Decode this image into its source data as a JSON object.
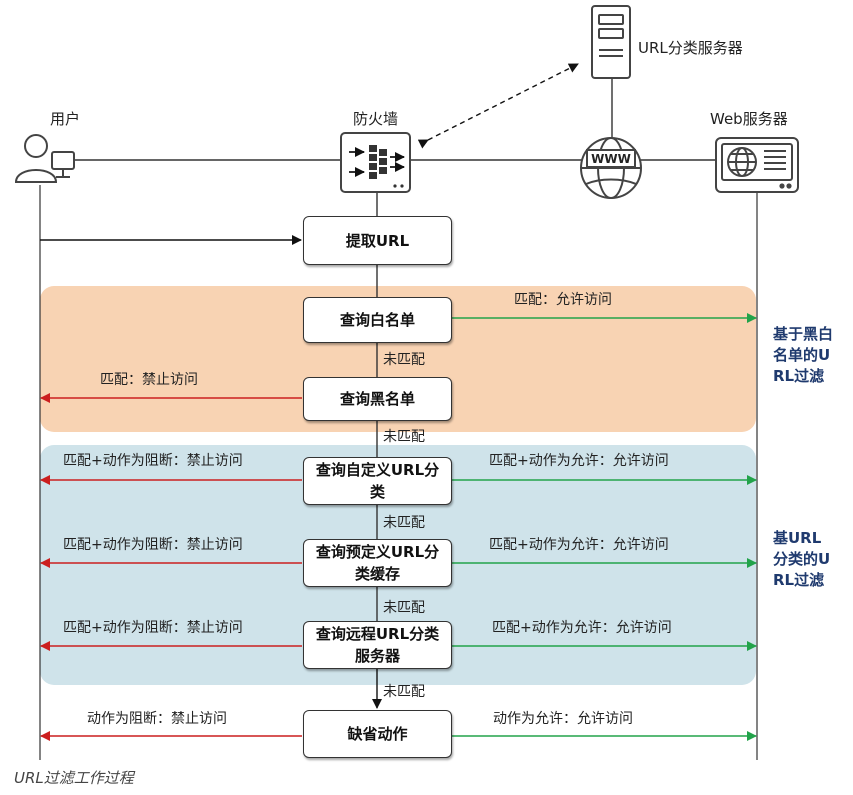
{
  "nodes": {
    "user": "用户",
    "firewall": "防火墙",
    "url_category_server": "URL分类服务器",
    "web_server": "Web服务器",
    "www": "WWW"
  },
  "steps": {
    "extract_url": "提取URL",
    "whitelist": "查询白名单",
    "blacklist": "查询黑名单",
    "custom_category": "查询自定义URL分类",
    "predefined_cache": "查询预定义URL分类缓存",
    "remote_server": "查询远程URL分类服务器",
    "default_action": "缺省动作"
  },
  "labels": {
    "whitelist_allow": "匹配：允许访问",
    "blacklist_deny": "匹配：禁止访问",
    "not_matched": "未匹配",
    "block_deny": "匹配+动作为阻断：禁止访问",
    "allow_allow": "匹配+动作为允许：允许访问",
    "default_block": "动作为阻断：禁止访问",
    "default_allow": "动作为允许：允许访问"
  },
  "groups": {
    "list_filter": "基于黑白名单的URL过滤",
    "category_filter": "基URL分类的URL过滤"
  },
  "caption": "URL过滤工作过程",
  "colors": {
    "list_band": "#f8d3b3",
    "category_band": "#cfe3ea",
    "allow_arrow": "#22a34a",
    "deny_arrow": "#cc1f1f",
    "group_text": "#1f3a6e"
  }
}
